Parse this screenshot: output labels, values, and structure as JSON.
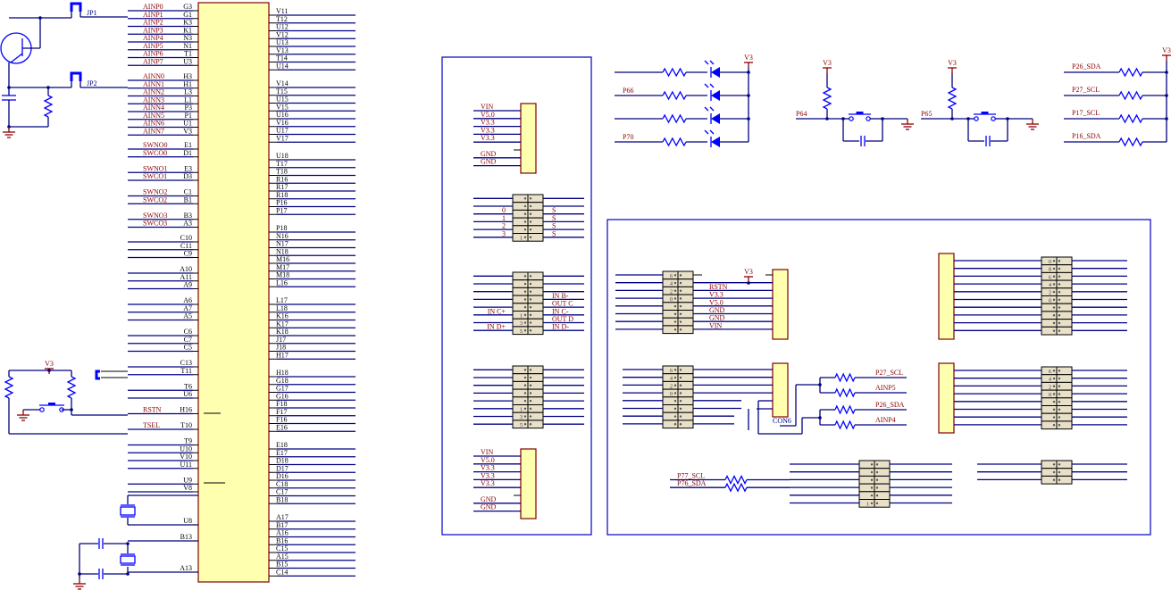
{
  "mcu": {
    "left_groups": [
      {
        "pins": [
          {
            "net": "AINP0",
            "pin": "G3"
          },
          {
            "net": "AINP1",
            "pin": "G1"
          },
          {
            "net": "AINP2",
            "pin": "K3"
          },
          {
            "net": "AINP3",
            "pin": "K1"
          },
          {
            "net": "AINP4",
            "pin": "N3"
          },
          {
            "net": "AINP5",
            "pin": "N1"
          },
          {
            "net": "AINP6",
            "pin": "T1"
          },
          {
            "net": "AINP7",
            "pin": "U3"
          }
        ]
      },
      {
        "pins": [
          {
            "net": "AINN0",
            "pin": "H3"
          },
          {
            "net": "AINN1",
            "pin": "H1"
          },
          {
            "net": "AINN2",
            "pin": "L3"
          },
          {
            "net": "AINN3",
            "pin": "L1"
          },
          {
            "net": "AINN4",
            "pin": "P3"
          },
          {
            "net": "AINN5",
            "pin": "P1"
          },
          {
            "net": "AINN6",
            "pin": "U1"
          },
          {
            "net": "AINN7",
            "pin": "V3"
          }
        ]
      },
      {
        "pins": [
          {
            "net": "SWNO0",
            "pin": "E1"
          },
          {
            "net": "SWCO0",
            "pin": "D1"
          },
          {
            "net": "",
            "pin": ""
          },
          {
            "net": "SWNO1",
            "pin": "E3"
          },
          {
            "net": "SWCO1",
            "pin": "D3"
          },
          {
            "net": "",
            "pin": ""
          },
          {
            "net": "SWNO2",
            "pin": "C1"
          },
          {
            "net": "SWCO2",
            "pin": "B1"
          },
          {
            "net": "",
            "pin": ""
          },
          {
            "net": "SWNO3",
            "pin": "B3"
          },
          {
            "net": "SWCO3",
            "pin": "A3"
          }
        ]
      },
      {
        "pins": [
          {
            "net": "",
            "pin": "C10"
          },
          {
            "net": "",
            "pin": "C11"
          },
          {
            "net": "",
            "pin": "C9"
          },
          {
            "net": "",
            "pin": ""
          },
          {
            "net": "",
            "pin": "A10"
          },
          {
            "net": "",
            "pin": "A11"
          },
          {
            "net": "",
            "pin": "A9"
          },
          {
            "net": "",
            "pin": ""
          },
          {
            "net": "",
            "pin": "A6"
          },
          {
            "net": "",
            "pin": "A7"
          },
          {
            "net": "",
            "pin": "A5"
          },
          {
            "net": "",
            "pin": ""
          },
          {
            "net": "",
            "pin": "C6"
          },
          {
            "net": "",
            "pin": "C7"
          },
          {
            "net": "",
            "pin": "C5"
          },
          {
            "net": "",
            "pin": ""
          },
          {
            "net": "",
            "pin": "C13"
          },
          {
            "net": "",
            "pin": "T11"
          },
          {
            "net": "",
            "pin": ""
          },
          {
            "net": "",
            "pin": "T6"
          },
          {
            "net": "",
            "pin": "U6"
          },
          {
            "net": "",
            "pin": ""
          },
          {
            "net": "RSTN",
            "pin": "H16"
          },
          {
            "net": "",
            "pin": ""
          },
          {
            "net": "TSEL",
            "pin": "T10"
          },
          {
            "net": "",
            "pin": ""
          },
          {
            "net": "",
            "pin": "T9"
          },
          {
            "net": "",
            "pin": "U10"
          },
          {
            "net": "",
            "pin": "V10"
          },
          {
            "net": "",
            "pin": "U11"
          },
          {
            "net": "",
            "pin": ""
          },
          {
            "net": "",
            "pin": "U9"
          },
          {
            "net": "",
            "pin": "V8"
          }
        ]
      }
    ],
    "lower_left_pins": [
      "U8",
      "B13",
      "A13"
    ],
    "right_groups": [
      [
        "V11",
        "T12",
        "U12",
        "V12",
        "U13",
        "V13",
        "T14",
        "U14"
      ],
      [
        "V14",
        "T15",
        "U15",
        "V15",
        "U16",
        "V16",
        "U17",
        "V17"
      ],
      [
        "U18",
        "T17",
        "T18",
        "R16",
        "R17",
        "R18",
        "P16",
        "P17"
      ],
      [
        "P18",
        "N16",
        "N17",
        "N18",
        "M16",
        "M17",
        "M18",
        "L16"
      ],
      [
        "L17",
        "L18",
        "K16",
        "K17",
        "K18",
        "J17",
        "J18",
        "H17"
      ],
      [
        "H18",
        "G18",
        "G17",
        "G16",
        "F18",
        "F17",
        "F16",
        "E16"
      ],
      [
        "E18",
        "E17",
        "D18",
        "D17",
        "D16",
        "C18",
        "C17",
        "B18"
      ],
      [
        "A17",
        "B17",
        "A16",
        "B16",
        "C15",
        "A15",
        "B15",
        "C14"
      ]
    ]
  },
  "left_circuit": {
    "jumpers": [
      "JP1",
      "JP2"
    ],
    "power_label": "V3"
  },
  "connector_panel": {
    "power_header_top": [
      "VIN",
      "V5.0",
      "V3.3",
      "V3.3",
      "V3.3",
      "",
      "GND",
      "GND"
    ],
    "header_a_left": [
      "",
      "",
      "0",
      "1",
      "2",
      "3"
    ],
    "header_a_right": [
      "",
      "",
      "S",
      "S",
      "S",
      "S"
    ],
    "header_a_nums": [
      "",
      "",
      "",
      "",
      "",
      "1"
    ],
    "header_b_left": [
      "",
      "",
      "",
      "",
      "",
      "IN C+",
      "",
      "IN D+"
    ],
    "header_b_right": [
      "",
      "",
      "",
      "IN B-",
      "OUT C",
      "IN C-",
      "OUT D",
      "IN D-"
    ],
    "header_b_nums": [
      "",
      "",
      "",
      "",
      "",
      "1",
      "3",
      "5"
    ],
    "header_c_nums": [
      "",
      "",
      "",
      "",
      "",
      "1",
      "3",
      "5"
    ],
    "power_header_bottom": [
      "VIN",
      "V5.0",
      "V3.3",
      "V3.3",
      "V3.3",
      "",
      "GND",
      "GND"
    ]
  },
  "leds": {
    "power_label": "V3",
    "nets": [
      "",
      "P66",
      "",
      "P70"
    ]
  },
  "buttons": [
    {
      "net": "P64",
      "power_label": "V3"
    },
    {
      "net": "P65",
      "power_label": "V3"
    }
  ],
  "i2c_pullups": {
    "power_label": "V3",
    "nets": [
      "P26_SDA",
      "P27_SCL",
      "P17_SCL",
      "P16_SDA"
    ]
  },
  "expansion_panel": {
    "h1_nums": [
      "6",
      "4",
      "2",
      "0",
      "",
      "",
      "",
      ""
    ],
    "h1_right": [
      "",
      "",
      "RSTN",
      "V3.3",
      "V5.0",
      "GND",
      "GND",
      "VIN"
    ],
    "h1_power_label": "V3",
    "h2_nums": [
      "6",
      "4",
      "2",
      "0",
      "",
      "",
      "",
      ""
    ],
    "con6_label": "CON6",
    "con6_nets": [
      "P27_SCL",
      "AINP5",
      "P26_SDA",
      "AINP4"
    ],
    "h3_nums": [
      "0",
      "8",
      "6",
      "4",
      "2",
      "0",
      "",
      "",
      "",
      ""
    ],
    "h4_nums": [
      "6",
      "4",
      "2",
      "0",
      "",
      "",
      "",
      ""
    ],
    "h5_left": [
      "P77_SCL",
      "P76_SDA"
    ],
    "h5_nums": [
      "",
      "",
      "",
      "",
      "",
      "1"
    ]
  }
}
